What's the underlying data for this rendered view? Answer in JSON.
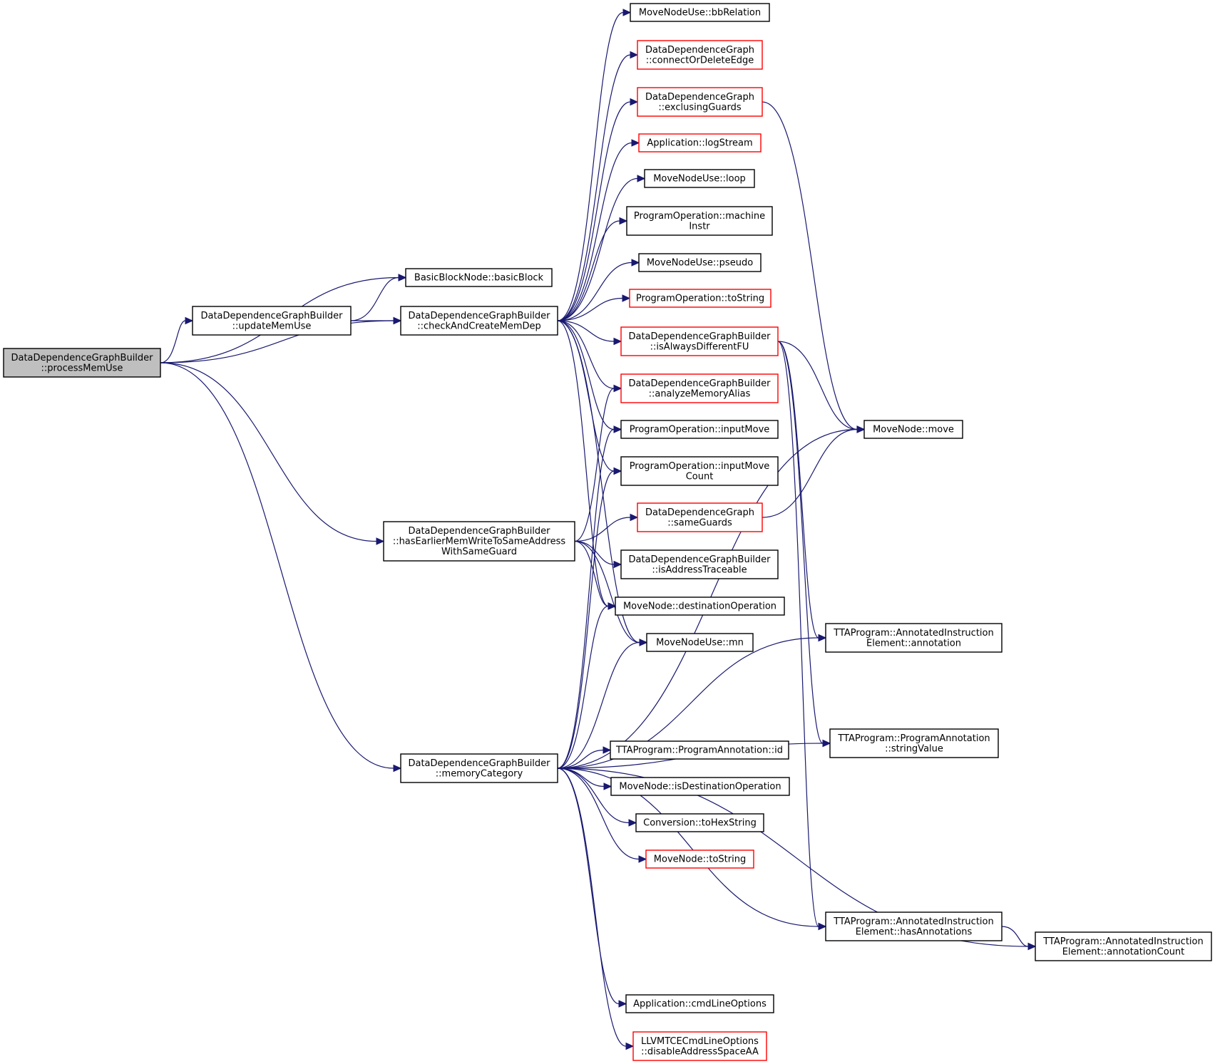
{
  "colors": {
    "edge": "#191970",
    "node_border_default": "#000000",
    "node_border_truncated": "#ff0000",
    "node_fill": "#ffffff",
    "root_fill": "#bfbfbf"
  },
  "nodes": [
    {
      "id": "processMemUse",
      "lines": [
        "DataDependenceGraphBuilder",
        "::processMemUse"
      ],
      "style": "root"
    },
    {
      "id": "basicBlock",
      "lines": [
        "BasicBlockNode::basicBlock"
      ],
      "style": "normal"
    },
    {
      "id": "updateMemUse",
      "lines": [
        "DataDependenceGraphBuilder",
        "::updateMemUse"
      ],
      "style": "normal"
    },
    {
      "id": "checkAndCreateMemDep",
      "lines": [
        "DataDependenceGraphBuilder",
        "::checkAndCreateMemDep"
      ],
      "style": "normal"
    },
    {
      "id": "hasEarlierMemWrite",
      "lines": [
        "DataDependenceGraphBuilder",
        "::hasEarlierMemWriteToSameAddress",
        "WithSameGuard"
      ],
      "style": "normal"
    },
    {
      "id": "memoryCategory",
      "lines": [
        "DataDependenceGraphBuilder",
        "::memoryCategory"
      ],
      "style": "normal"
    },
    {
      "id": "bbRelation",
      "lines": [
        "MoveNodeUse::bbRelation"
      ],
      "style": "normal"
    },
    {
      "id": "connectOrDeleteEdge",
      "lines": [
        "DataDependenceGraph",
        "::connectOrDeleteEdge"
      ],
      "style": "truncated"
    },
    {
      "id": "exclusingGuards",
      "lines": [
        "DataDependenceGraph",
        "::exclusingGuards"
      ],
      "style": "truncated"
    },
    {
      "id": "logStream",
      "lines": [
        "Application::logStream"
      ],
      "style": "truncated"
    },
    {
      "id": "loop",
      "lines": [
        "MoveNodeUse::loop"
      ],
      "style": "normal"
    },
    {
      "id": "machineInstr",
      "lines": [
        "ProgramOperation::machine",
        "Instr"
      ],
      "style": "normal"
    },
    {
      "id": "pseudo",
      "lines": [
        "MoveNodeUse::pseudo"
      ],
      "style": "normal"
    },
    {
      "id": "poToString",
      "lines": [
        "ProgramOperation::toString"
      ],
      "style": "truncated"
    },
    {
      "id": "isAlwaysDifferentFU",
      "lines": [
        "DataDependenceGraphBuilder",
        "::isAlwaysDifferentFU"
      ],
      "style": "truncated"
    },
    {
      "id": "analyzeMemoryAlias",
      "lines": [
        "DataDependenceGraphBuilder",
        "::analyzeMemoryAlias"
      ],
      "style": "truncated"
    },
    {
      "id": "inputMove",
      "lines": [
        "ProgramOperation::inputMove"
      ],
      "style": "normal"
    },
    {
      "id": "inputMoveCount",
      "lines": [
        "ProgramOperation::inputMove",
        "Count"
      ],
      "style": "normal"
    },
    {
      "id": "sameGuards",
      "lines": [
        "DataDependenceGraph",
        "::sameGuards"
      ],
      "style": "truncated"
    },
    {
      "id": "isAddressTraceable",
      "lines": [
        "DataDependenceGraphBuilder",
        "::isAddressTraceable"
      ],
      "style": "normal"
    },
    {
      "id": "destinationOperation",
      "lines": [
        "MoveNode::destinationOperation"
      ],
      "style": "normal"
    },
    {
      "id": "mn",
      "lines": [
        "MoveNodeUse::mn"
      ],
      "style": "normal"
    },
    {
      "id": "programAnnotationId",
      "lines": [
        "TTAProgram::ProgramAnnotation::id"
      ],
      "style": "normal"
    },
    {
      "id": "isDestinationOperation",
      "lines": [
        "MoveNode::isDestinationOperation"
      ],
      "style": "normal"
    },
    {
      "id": "toHexString",
      "lines": [
        "Conversion::toHexString"
      ],
      "style": "normal"
    },
    {
      "id": "mnToString",
      "lines": [
        "MoveNode::toString"
      ],
      "style": "truncated"
    },
    {
      "id": "cmdLineOptions",
      "lines": [
        "Application::cmdLineOptions"
      ],
      "style": "normal"
    },
    {
      "id": "disableAddressSpaceAA",
      "lines": [
        "LLVMTCECmdLineOptions",
        "::disableAddressSpaceAA"
      ],
      "style": "truncated"
    },
    {
      "id": "move",
      "lines": [
        "MoveNode::move"
      ],
      "style": "normal"
    },
    {
      "id": "annotation",
      "lines": [
        "TTAProgram::AnnotatedInstruction",
        "Element::annotation"
      ],
      "style": "normal"
    },
    {
      "id": "stringValue",
      "lines": [
        "TTAProgram::ProgramAnnotation",
        "::stringValue"
      ],
      "style": "normal"
    },
    {
      "id": "hasAnnotations",
      "lines": [
        "TTAProgram::AnnotatedInstruction",
        "Element::hasAnnotations"
      ],
      "style": "normal"
    },
    {
      "id": "annotationCount",
      "lines": [
        "TTAProgram::AnnotatedInstruction",
        "Element::annotationCount"
      ],
      "style": "normal"
    }
  ],
  "edges": [
    {
      "from": "processMemUse",
      "to": "basicBlock"
    },
    {
      "from": "processMemUse",
      "to": "updateMemUse"
    },
    {
      "from": "processMemUse",
      "to": "checkAndCreateMemDep"
    },
    {
      "from": "processMemUse",
      "to": "hasEarlierMemWrite"
    },
    {
      "from": "processMemUse",
      "to": "memoryCategory"
    },
    {
      "from": "updateMemUse",
      "to": "basicBlock"
    },
    {
      "from": "updateMemUse",
      "to": "checkAndCreateMemDep"
    },
    {
      "from": "checkAndCreateMemDep",
      "to": "bbRelation"
    },
    {
      "from": "checkAndCreateMemDep",
      "to": "connectOrDeleteEdge"
    },
    {
      "from": "checkAndCreateMemDep",
      "to": "exclusingGuards"
    },
    {
      "from": "checkAndCreateMemDep",
      "to": "logStream"
    },
    {
      "from": "checkAndCreateMemDep",
      "to": "loop"
    },
    {
      "from": "checkAndCreateMemDep",
      "to": "machineInstr"
    },
    {
      "from": "checkAndCreateMemDep",
      "to": "pseudo"
    },
    {
      "from": "checkAndCreateMemDep",
      "to": "poToString"
    },
    {
      "from": "checkAndCreateMemDep",
      "to": "isAlwaysDifferentFU"
    },
    {
      "from": "checkAndCreateMemDep",
      "to": "analyzeMemoryAlias"
    },
    {
      "from": "checkAndCreateMemDep",
      "to": "inputMove"
    },
    {
      "from": "checkAndCreateMemDep",
      "to": "inputMoveCount"
    },
    {
      "from": "checkAndCreateMemDep",
      "to": "destinationOperation"
    },
    {
      "from": "checkAndCreateMemDep",
      "to": "mn"
    },
    {
      "from": "exclusingGuards",
      "to": "move"
    },
    {
      "from": "isAlwaysDifferentFU",
      "to": "move"
    },
    {
      "from": "isAlwaysDifferentFU",
      "to": "annotation"
    },
    {
      "from": "isAlwaysDifferentFU",
      "to": "stringValue"
    },
    {
      "from": "isAlwaysDifferentFU",
      "to": "hasAnnotations"
    },
    {
      "from": "sameGuards",
      "to": "move"
    },
    {
      "from": "hasEarlierMemWrite",
      "to": "analyzeMemoryAlias"
    },
    {
      "from": "hasEarlierMemWrite",
      "to": "sameGuards"
    },
    {
      "from": "hasEarlierMemWrite",
      "to": "isAddressTraceable"
    },
    {
      "from": "hasEarlierMemWrite",
      "to": "destinationOperation"
    },
    {
      "from": "hasEarlierMemWrite",
      "to": "mn"
    },
    {
      "from": "memoryCategory",
      "to": "inputMove"
    },
    {
      "from": "memoryCategory",
      "to": "inputMoveCount"
    },
    {
      "from": "memoryCategory",
      "to": "destinationOperation"
    },
    {
      "from": "memoryCategory",
      "to": "mn"
    },
    {
      "from": "memoryCategory",
      "to": "move"
    },
    {
      "from": "memoryCategory",
      "to": "annotation"
    },
    {
      "from": "memoryCategory",
      "to": "programAnnotationId"
    },
    {
      "from": "memoryCategory",
      "to": "isDestinationOperation"
    },
    {
      "from": "memoryCategory",
      "to": "toHexString"
    },
    {
      "from": "memoryCategory",
      "to": "mnToString"
    },
    {
      "from": "memoryCategory",
      "to": "stringValue"
    },
    {
      "from": "memoryCategory",
      "to": "hasAnnotations"
    },
    {
      "from": "memoryCategory",
      "to": "annotationCount"
    },
    {
      "from": "memoryCategory",
      "to": "cmdLineOptions"
    },
    {
      "from": "memoryCategory",
      "to": "disableAddressSpaceAA"
    },
    {
      "from": "hasAnnotations",
      "to": "annotationCount"
    }
  ]
}
